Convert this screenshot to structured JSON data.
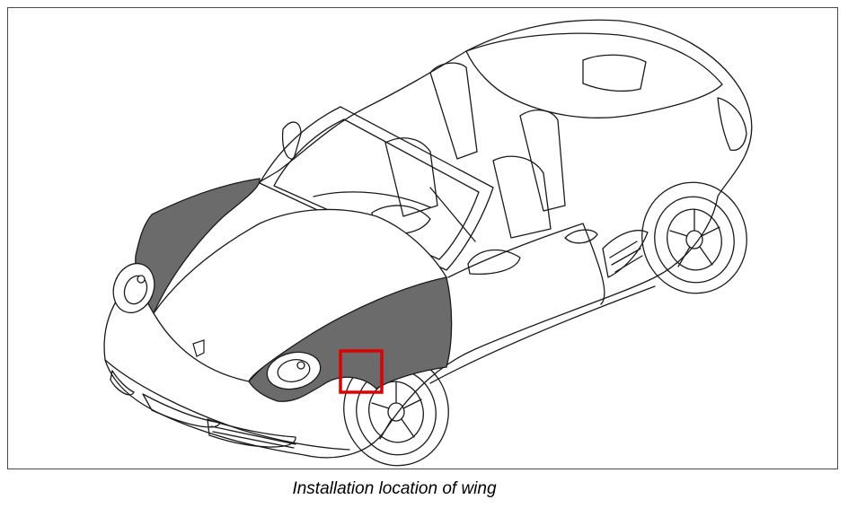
{
  "caption": "Installation location of wing",
  "colors": {
    "outline": "#1a1a1a",
    "shaded_panel": "#6b6b6b",
    "highlight_box": "#e00000",
    "background": "#ffffff"
  },
  "highlight": {
    "shape": "square",
    "marks": "installation location of wing"
  }
}
